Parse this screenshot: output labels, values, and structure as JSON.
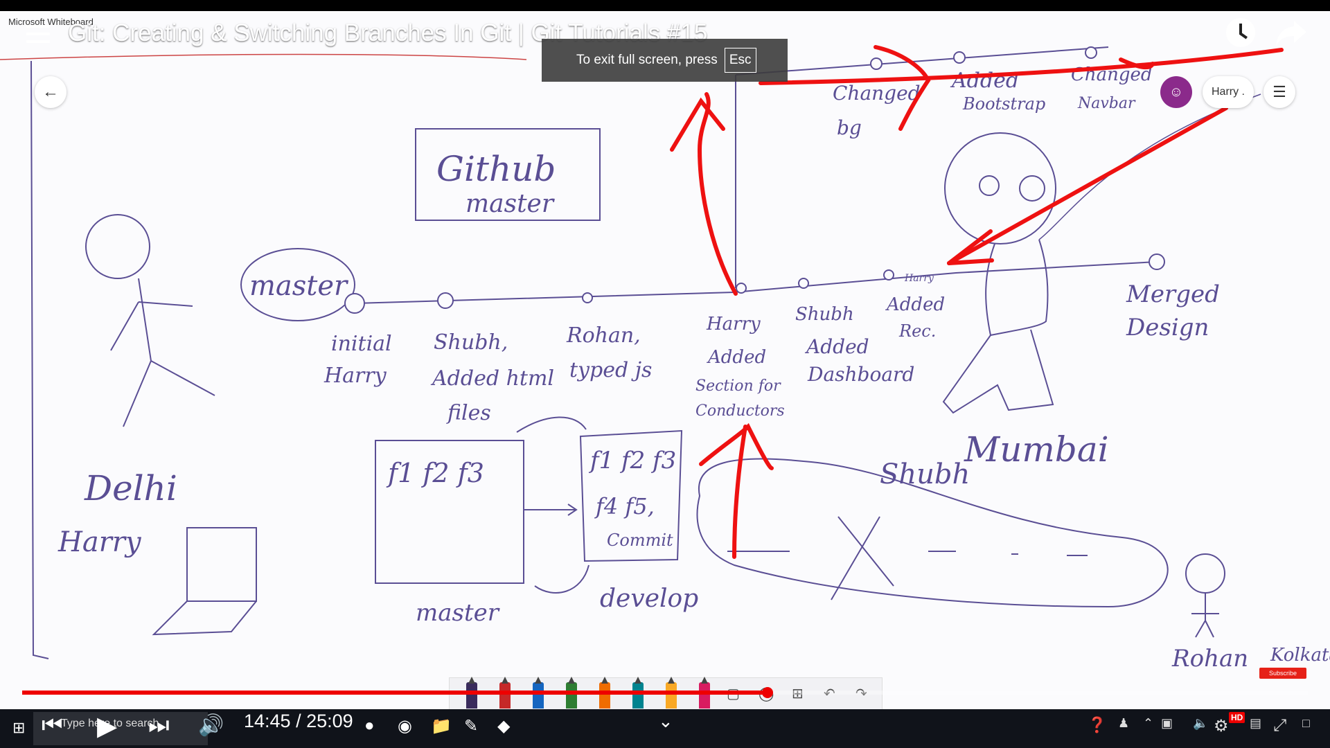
{
  "app": {
    "title": "Microsoft Whiteboard"
  },
  "video": {
    "title": "Git: Creating & Switching Branches In Git | Git Tutorials #15",
    "time_current": "14:45",
    "time_separator": "/",
    "time_total": "25:09",
    "progress_fraction": 0.58,
    "subscribe_label": "Subscribe",
    "hd_badge": "HD"
  },
  "fullscreen_toast": {
    "text": "To exit full screen, press",
    "key": "Esc"
  },
  "whiteboard_ui": {
    "user_name": "Harry ."
  },
  "taskbar": {
    "search_placeholder": "Type here to search"
  },
  "ink": {
    "github_box": [
      "Github",
      "master"
    ],
    "master_oval": "master",
    "commits_main": [
      [
        "initial",
        "Harry"
      ],
      [
        "Shubh,",
        "Added html",
        "files"
      ],
      [
        "Rohan,",
        "typed js"
      ],
      [
        "Harry",
        "Added",
        "Section for",
        "Conductors"
      ],
      [
        "Shubh",
        "Added",
        "Dashboard"
      ],
      [
        "Harry",
        "Added",
        "Rec."
      ],
      [
        "Merged",
        "Design"
      ]
    ],
    "commits_top": [
      [
        "Changed",
        "bg"
      ],
      [
        "Added",
        "Bootstrap"
      ],
      [
        "Changed",
        "Navbar"
      ]
    ],
    "places": {
      "left": "Delhi",
      "left_person": "Harry",
      "center": "Mumbai",
      "center_person": "Shubh",
      "right_person": "Rohan",
      "right_place": "Kolkata"
    },
    "master_box": [
      "f1 f2 f3"
    ],
    "master_box_label": "master",
    "develop_box": [
      "f1 f2 f3",
      "f4 f5,",
      "Commit"
    ],
    "develop_box_label": "develop"
  },
  "colors": {
    "ink": "#5a4e94",
    "annotation": "#ee1111",
    "progress": "#ee0000",
    "avatar": "#8b2a8b"
  }
}
